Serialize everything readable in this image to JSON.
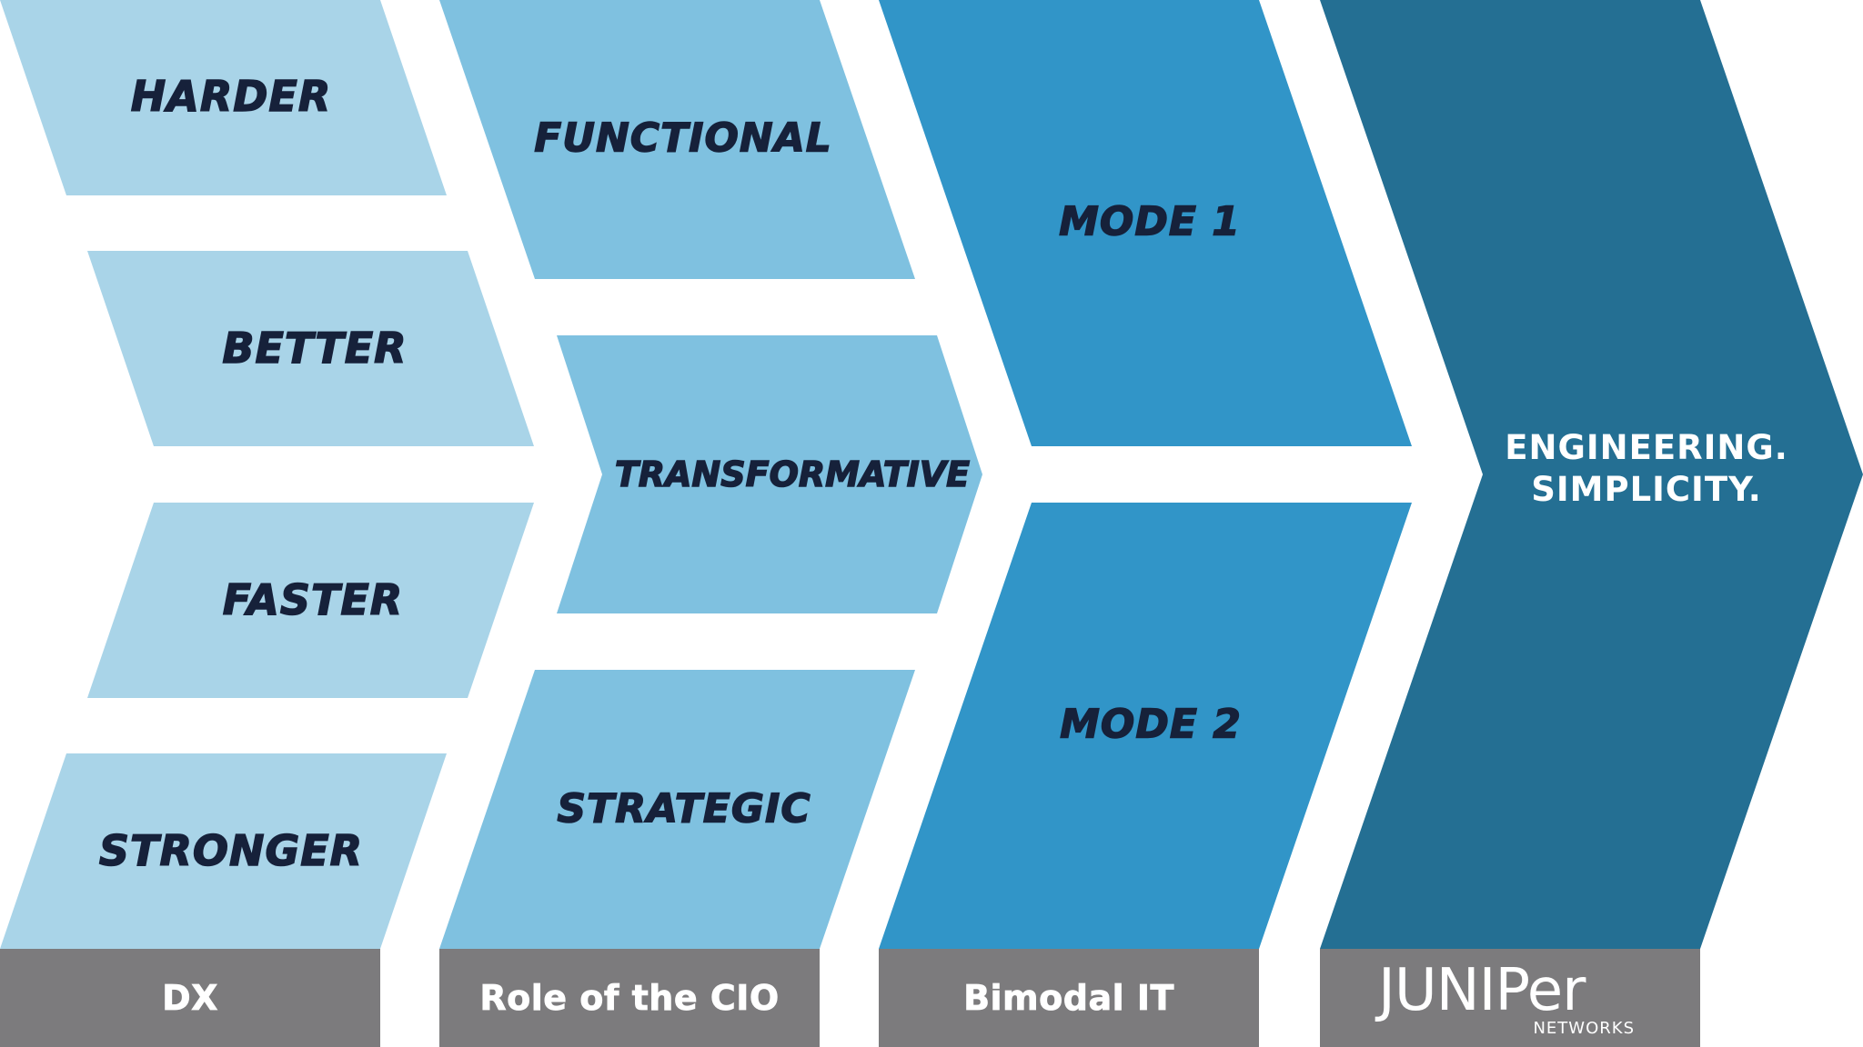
{
  "columns": [
    {
      "footer": "DX",
      "color": "#a9d4e8",
      "items": [
        "HARDER",
        "BETTER",
        "FASTER",
        "STRONGER"
      ]
    },
    {
      "footer": "Role of the CIO",
      "color": "#7fc1e0",
      "items": [
        "FUNCTIONAL",
        "TRANSFORMATIVE",
        "STRATEGIC"
      ]
    },
    {
      "footer": "Bimodal IT",
      "color": "#3195c8",
      "items": [
        "MODE 1",
        "MODE 2"
      ]
    },
    {
      "color": "#246f93",
      "final_text": [
        "ENGINEERING.",
        "SIMPLICITY."
      ],
      "footer_logo": {
        "wordmark": "JUNIPer",
        "sub": "NETWORKS"
      }
    }
  ],
  "colors": {
    "label_text": "#16213a",
    "footer_bg": "#7c7b7d",
    "footer_text": "#ffffff"
  }
}
